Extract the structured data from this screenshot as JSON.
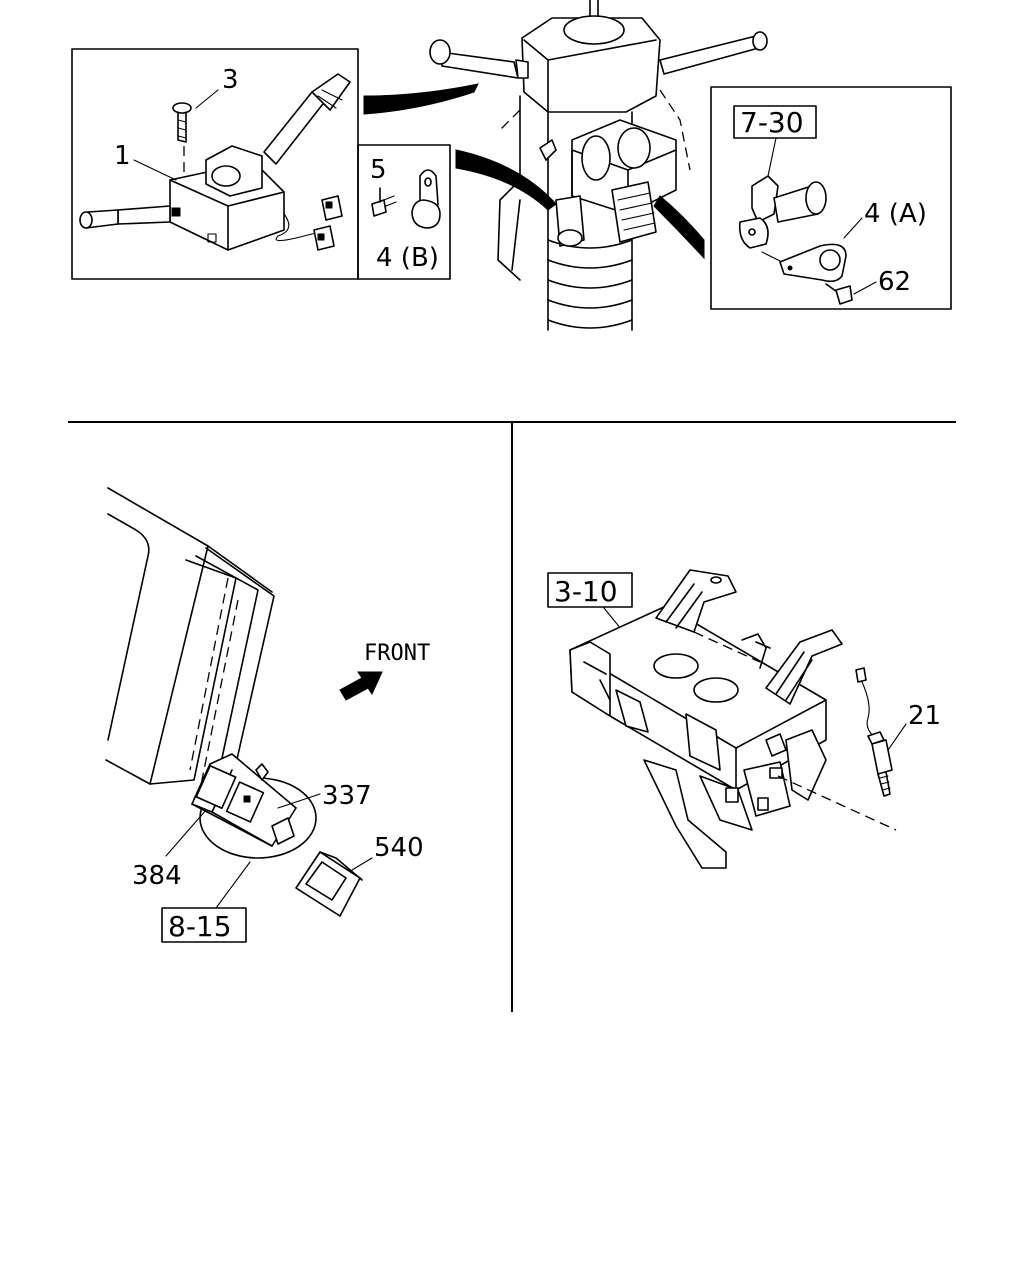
{
  "top_section": {
    "inset_left": {
      "labels": {
        "screw": "3",
        "switch": "1"
      }
    },
    "inset_middle": {
      "labels": {
        "bolt": "5",
        "clip": "4 (B)"
      }
    },
    "inset_right": {
      "ref_box": "7-30",
      "labels": {
        "clip": "4 (A)",
        "bolt": "62"
      }
    }
  },
  "bottom_left": {
    "front_label": "FRONT",
    "labels": {
      "switch_337": "337",
      "switch_384": "384",
      "cover_540": "540"
    },
    "ref_box": "8-15"
  },
  "bottom_right": {
    "ref_box": "3-10",
    "labels": {
      "sensor": "21"
    }
  }
}
